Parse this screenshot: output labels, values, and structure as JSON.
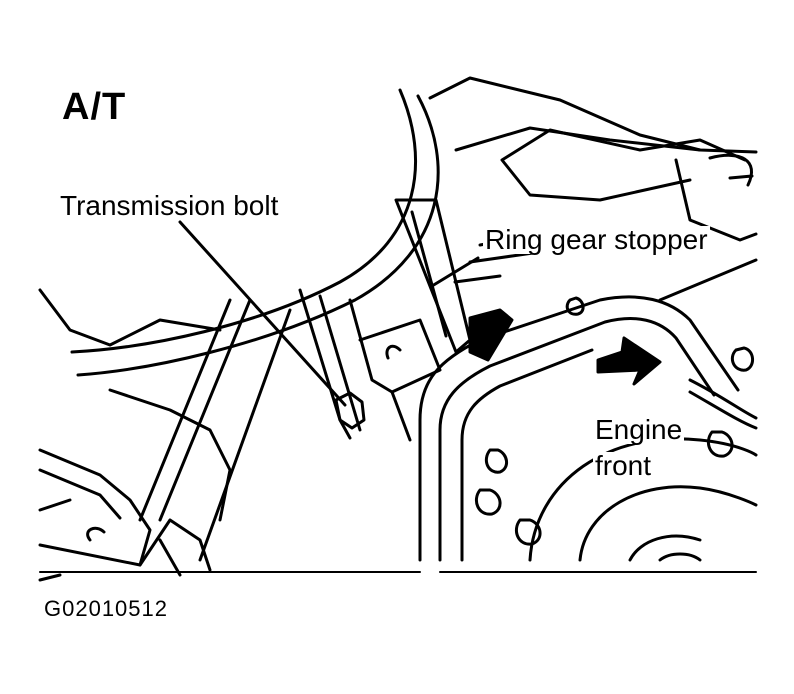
{
  "title": "A/T",
  "labels": {
    "transmission_bolt": "Transmission bolt",
    "ring_gear_stopper": "Ring gear stopper",
    "engine_front_line1": "Engine",
    "engine_front_line2": "front"
  },
  "figure_code": "G02010512",
  "colors": {
    "ink": "#000000",
    "paper": "#ffffff"
  }
}
